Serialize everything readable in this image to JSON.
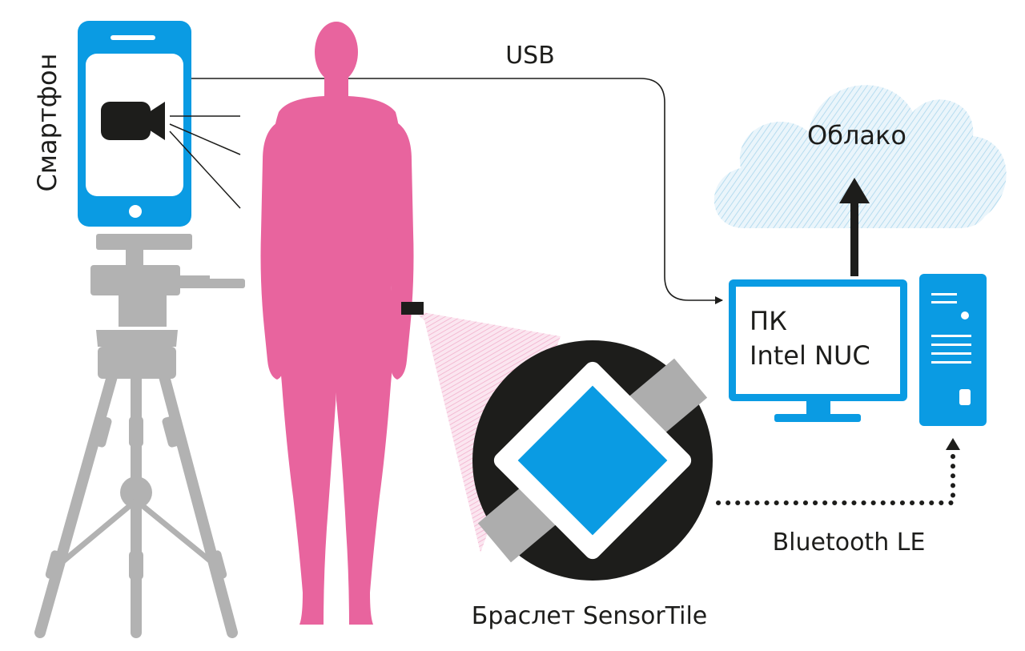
{
  "labels": {
    "smartphone": "Смартфон",
    "usb": "USB",
    "cloud": "Облако",
    "pc_line1": "ПК",
    "pc_line2": "Intel NUC",
    "bluetooth": "Bluetooth LE",
    "bracelet": "Браслет SensorTile"
  },
  "colors": {
    "phone_blue": "#0a9be3",
    "body_pink": "#e8649e",
    "tripod_gray": "#b2b2b2",
    "dark": "#1d1d1b",
    "cloud_blue": "#c9e6f4",
    "strap_gray": "#adadad"
  },
  "icons": {
    "camera": "video-camera-icon",
    "cloud": "cloud-icon",
    "monitor": "monitor-icon",
    "tower": "pc-tower-icon",
    "phone": "smartphone-icon",
    "tripod": "tripod-icon",
    "person": "human-silhouette-icon",
    "bracelet": "sensor-bracelet-icon"
  }
}
